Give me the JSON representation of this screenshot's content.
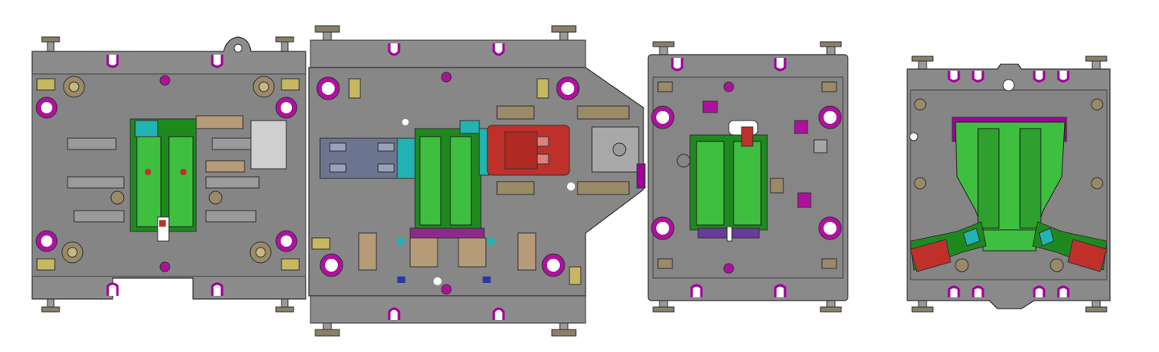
{
  "title": "",
  "colors": {
    "background": "#ffffff",
    "plate": "#8a8a8a",
    "plate_light": "#a6a6a6",
    "plate_dark": "#6a6a6a",
    "outline": "#3a3a3a",
    "slot": "#a0009a",
    "ring": "#b0109f",
    "insert": "#3fbf3f",
    "insert_dark": "#1e8a1e",
    "cavity_red": "#c0302a",
    "steel_blue": "#6c7590",
    "cyan": "#22b3b3",
    "tan": "#9b8a68",
    "brass": "#c7b860",
    "foot": "#8a7f6a"
  },
  "views": [
    {
      "id": "view-1",
      "label": ""
    },
    {
      "id": "view-2",
      "label": ""
    },
    {
      "id": "view-3",
      "label": ""
    },
    {
      "id": "view-4",
      "label": ""
    }
  ]
}
